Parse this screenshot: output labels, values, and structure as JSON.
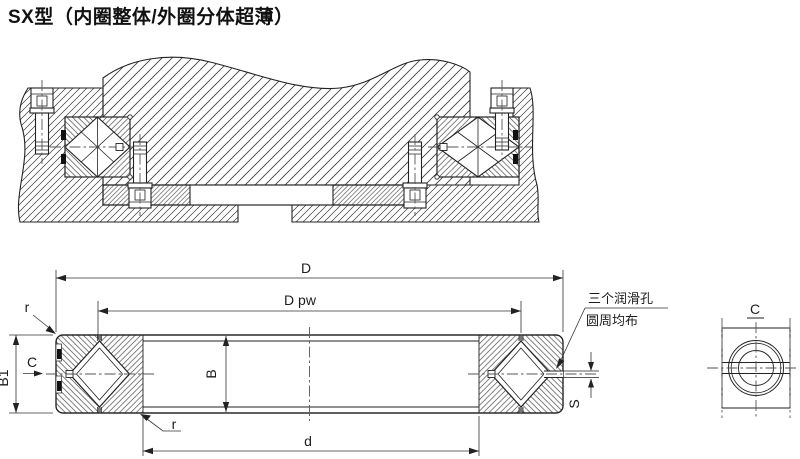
{
  "title": "SX型（内圈整体/外圈分体超薄）",
  "labels": {
    "dim_D": "D",
    "dim_Dpw": "D pw",
    "dim_d": "d",
    "dim_B": "B",
    "dim_B1": "B1",
    "view_arrow_C": "C",
    "view_C": "C",
    "radius_top": "r",
    "radius_bottom": "r",
    "dim_S": "S"
  },
  "annotations": {
    "lube_line1": "三个润滑孔",
    "lube_line2": "圆周均布"
  }
}
